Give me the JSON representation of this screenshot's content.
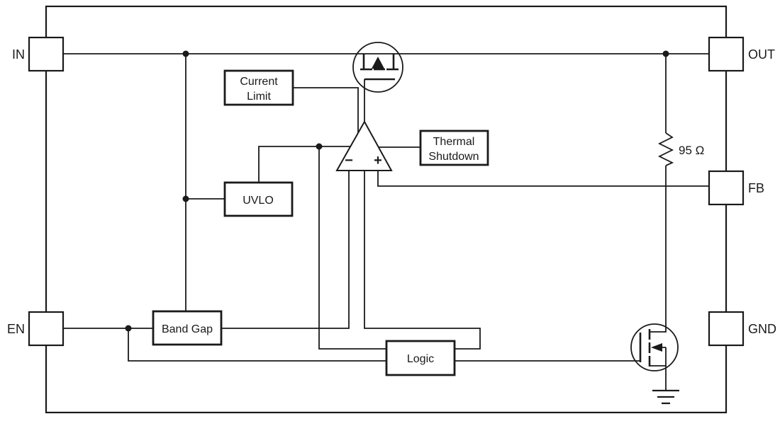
{
  "diagram": {
    "pins": [
      {
        "id": "in",
        "label": "IN"
      },
      {
        "id": "out",
        "label": "OUT"
      },
      {
        "id": "fb",
        "label": "FB"
      },
      {
        "id": "gnd",
        "label": "GND"
      },
      {
        "id": "en",
        "label": "EN"
      }
    ],
    "blocks": {
      "current_limit": {
        "line1": "Current",
        "line2": "Limit"
      },
      "uvlo": {
        "label": "UVLO"
      },
      "band_gap": {
        "label": "Band Gap"
      },
      "thermal_shutdown": {
        "line1": "Thermal",
        "line2": "Shutdown"
      },
      "logic": {
        "label": "Logic"
      }
    },
    "error_amp": {
      "inverting_input": "−",
      "noninverting_input": "+"
    },
    "resistor": {
      "label": "95 Ω"
    },
    "colors": {
      "line": "#1a1a1a",
      "background": "#ffffff"
    }
  }
}
